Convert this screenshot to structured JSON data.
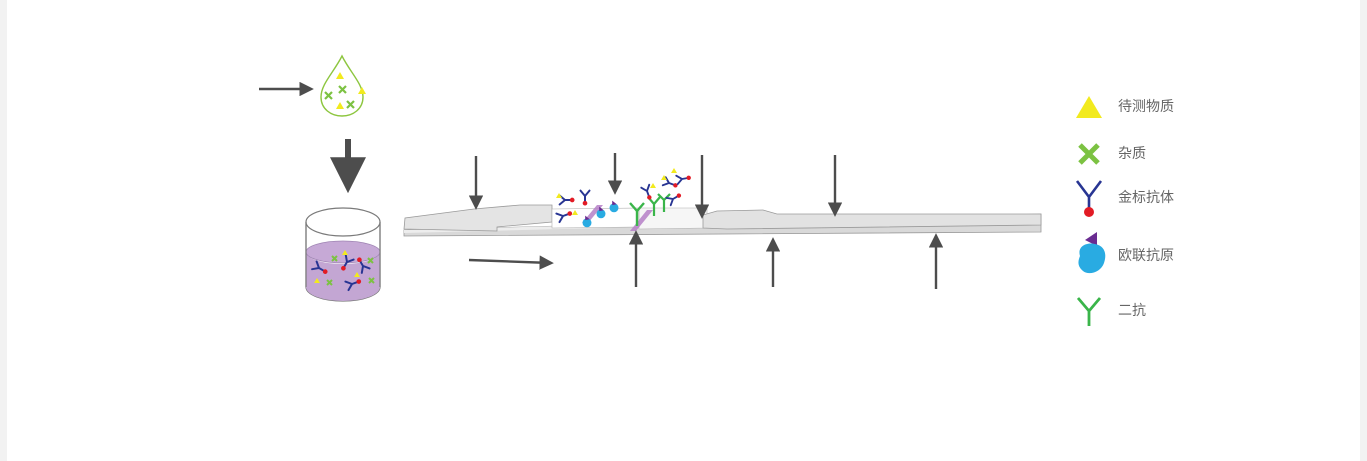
{
  "legend": {
    "items": [
      {
        "id": "target",
        "label": "待测物质",
        "icon": "yellow-triangle-icon",
        "color": "#f2ea1e"
      },
      {
        "id": "impurity",
        "label": "杂质",
        "icon": "green-cross-icon",
        "color": "#7cc242"
      },
      {
        "id": "gold-antibody",
        "label": "金标抗体",
        "icon": "gold-labeled-antibody-icon",
        "color": "#283593"
      },
      {
        "id": "conjugate-antigen",
        "label": "欧联抗原",
        "icon": "conjugated-antigen-icon",
        "color": "#29abe2"
      },
      {
        "id": "secondary-antibody",
        "label": "二抗",
        "icon": "secondary-antibody-icon",
        "color": "#3ab54a"
      }
    ]
  },
  "colors": {
    "arrow": "#4d4d4d",
    "strip": "#e6e6e6",
    "strip_edge": "#999999",
    "solution": "#c3a6d3",
    "label_line": "#b57fc7",
    "antibody_tip": "#e21b25"
  }
}
